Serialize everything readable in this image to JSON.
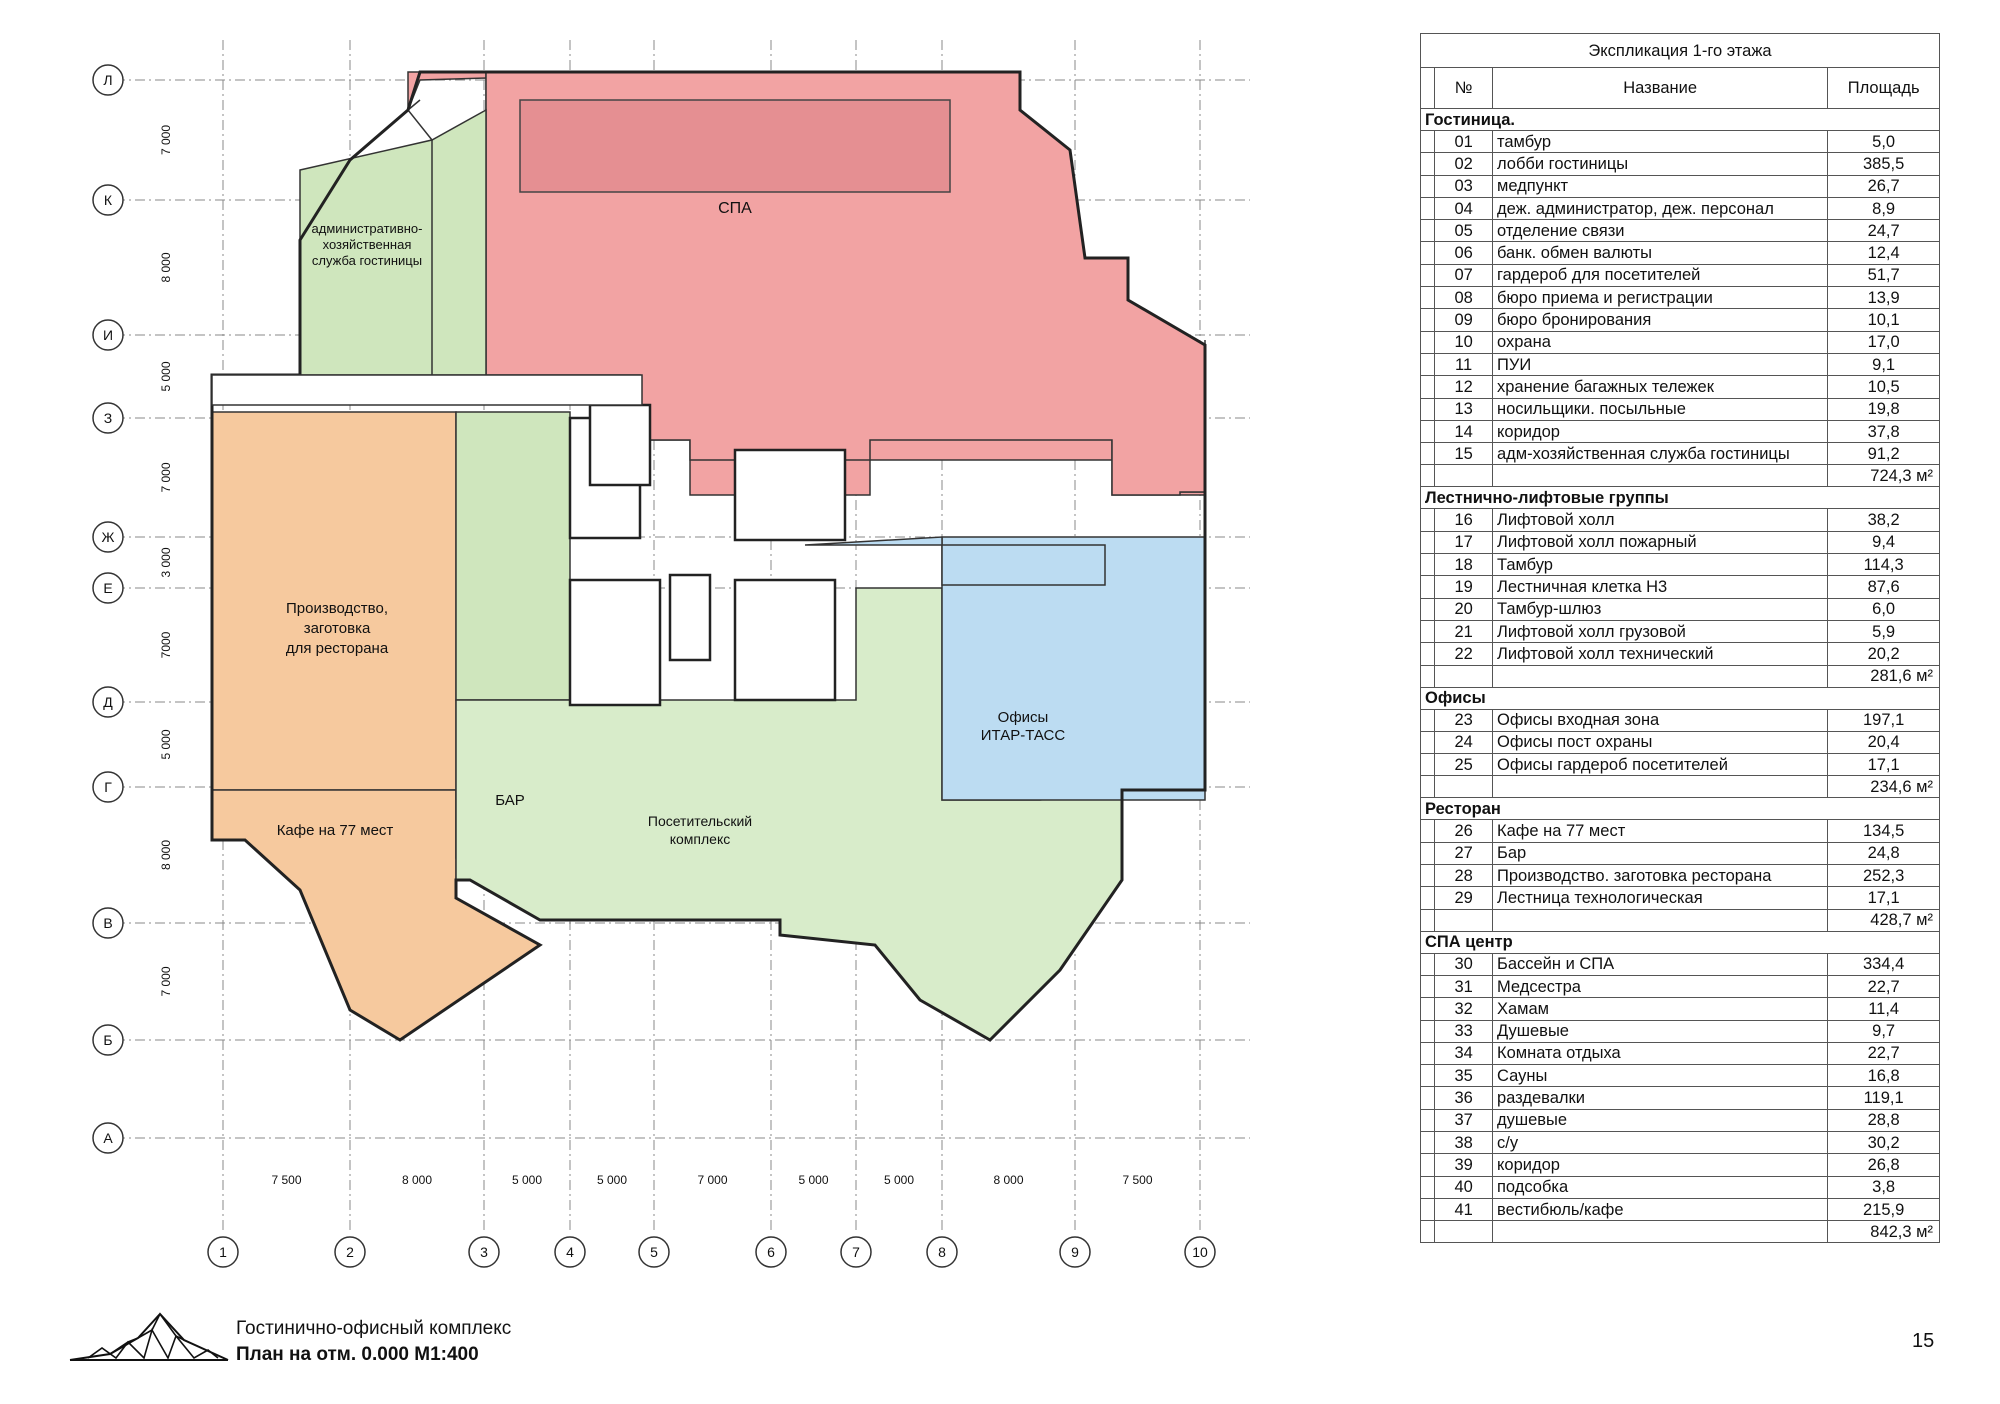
{
  "plan": {
    "row_axes": [
      "Л",
      "К",
      "И",
      "З",
      "Ж",
      "Е",
      "Д",
      "Г",
      "В",
      "Б",
      "А"
    ],
    "col_axes": [
      "1",
      "2",
      "3",
      "4",
      "5",
      "6",
      "7",
      "8",
      "9",
      "10"
    ],
    "row_dims": [
      "7 000",
      "8 000",
      "5 000",
      "7 000",
      "3 000",
      "7000",
      "5 000",
      "8 000",
      "7 000"
    ],
    "col_dims": [
      "7 500",
      "8 000",
      "5 000",
      "5 000",
      "7 000",
      "5 000",
      "5 000",
      "8 000",
      "7 500"
    ],
    "zone_labels": {
      "spa": "СПА",
      "admin": [
        "административно-",
        "хозяйственная",
        "служба гостиницы"
      ],
      "production": [
        "Производство,",
        "заготовка",
        "для ресторана"
      ],
      "cafe": "Кафе на 77 мест",
      "bar": "БАР",
      "visitor": [
        "Посетительский",
        "комплекс"
      ],
      "offices": [
        "Офисы",
        "ИТАР-ТАСС"
      ]
    },
    "colors": {
      "spa": "#f2a3a3",
      "admin": "#cfe6bd",
      "restaurant": "#f6c99e",
      "offices": "#bcdcf2",
      "visitor": "#d8ecca",
      "core": "#ffffff"
    }
  },
  "table": {
    "title": "Экспликация 1-го этажа",
    "headers": {
      "no": "№",
      "name": "Название",
      "area": "Площадь"
    },
    "sections": [
      {
        "name": "Гостиница.",
        "rows": [
          {
            "no": "01",
            "name": "тамбур",
            "area": "5,0"
          },
          {
            "no": "02",
            "name": "лобби гостиницы",
            "area": "385,5"
          },
          {
            "no": "03",
            "name": "медпункт",
            "area": "26,7"
          },
          {
            "no": "04",
            "name": "деж. администратор, деж. персонал",
            "area": "8,9"
          },
          {
            "no": "05",
            "name": "отделение связи",
            "area": "24,7"
          },
          {
            "no": "06",
            "name": "банк. обмен валюты",
            "area": "12,4"
          },
          {
            "no": "07",
            "name": "гардероб для посетителей",
            "area": "51,7"
          },
          {
            "no": "08",
            "name": "бюро приема и регистрации",
            "area": "13,9"
          },
          {
            "no": "09",
            "name": "бюро бронирования",
            "area": "10,1"
          },
          {
            "no": "10",
            "name": "охрана",
            "area": "17,0"
          },
          {
            "no": "11",
            "name": "ПУИ",
            "area": "9,1"
          },
          {
            "no": "12",
            "name": "хранение багажных тележек",
            "area": "10,5"
          },
          {
            "no": "13",
            "name": "носильщики. посыльные",
            "area": "19,8"
          },
          {
            "no": "14",
            "name": "коридор",
            "area": "37,8"
          },
          {
            "no": "15",
            "name": "адм-хозяйственная служба гостиницы",
            "area": "91,2"
          }
        ],
        "total": "724,3 м²"
      },
      {
        "name": "Лестнично-лифтовые группы",
        "rows": [
          {
            "no": "16",
            "name": "Лифтовой холл",
            "area": "38,2"
          },
          {
            "no": "17",
            "name": "Лифтовой холл пожарный",
            "area": "9,4"
          },
          {
            "no": "18",
            "name": "Тамбур",
            "area": "114,3"
          },
          {
            "no": "19",
            "name": "Лестничная клетка Н3",
            "area": "87,6"
          },
          {
            "no": "20",
            "name": "Тамбур-шлюз",
            "area": "6,0"
          },
          {
            "no": "21",
            "name": "Лифтовой холл грузовой",
            "area": "5,9"
          },
          {
            "no": "22",
            "name": "Лифтовой холл технический",
            "area": "20,2"
          }
        ],
        "total": "281,6 м²"
      },
      {
        "name": "Офисы",
        "rows": [
          {
            "no": "23",
            "name": "Офисы входная зона",
            "area": "197,1"
          },
          {
            "no": "24",
            "name": "Офисы пост охраны",
            "area": "20,4"
          },
          {
            "no": "25",
            "name": "Офисы гардероб посетителей",
            "area": "17,1"
          }
        ],
        "total": "234,6 м²"
      },
      {
        "name": "Ресторан",
        "rows": [
          {
            "no": "26",
            "name": "Кафе на 77 мест",
            "area": "134,5"
          },
          {
            "no": "27",
            "name": "Бар",
            "area": "24,8"
          },
          {
            "no": "28",
            "name": "Производство. заготовка ресторана",
            "area": "252,3"
          },
          {
            "no": "29",
            "name": "Лестница технологическая",
            "area": "17,1"
          }
        ],
        "total": "428,7 м²"
      },
      {
        "name": "СПА центр",
        "rows": [
          {
            "no": "30",
            "name": "Бассейн и СПА",
            "area": "334,4"
          },
          {
            "no": "31",
            "name": "Медсестра",
            "area": "22,7"
          },
          {
            "no": "32",
            "name": "Хамам",
            "area": "11,4"
          },
          {
            "no": "33",
            "name": "Душевые",
            "area": "9,7"
          },
          {
            "no": "34",
            "name": "Комната отдыха",
            "area": "22,7"
          },
          {
            "no": "35",
            "name": "Сауны",
            "area": "16,8"
          },
          {
            "no": "36",
            "name": "раздевалки",
            "area": "119,1"
          },
          {
            "no": "37",
            "name": "душевые",
            "area": "28,8"
          },
          {
            "no": "38",
            "name": "с/у",
            "area": "30,2"
          },
          {
            "no": "39",
            "name": "коридор",
            "area": "26,8"
          },
          {
            "no": "40",
            "name": "подсобка",
            "area": "3,8"
          },
          {
            "no": "41",
            "name": "вестибюль/кафе",
            "area": "215,9"
          }
        ],
        "total": "842,3 м²"
      }
    ]
  },
  "footer": {
    "title_line1": "Гостинично-офисный комплекс",
    "title_line2": "План на отм. 0.000 М1:400",
    "page": "15"
  }
}
